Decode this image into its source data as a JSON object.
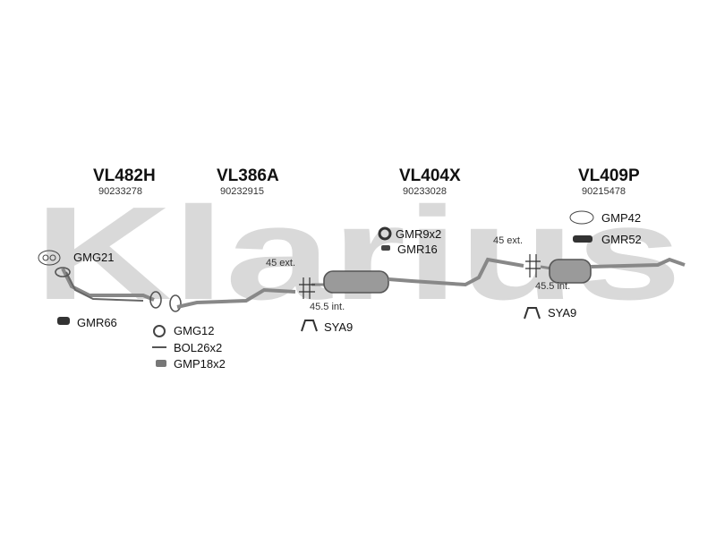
{
  "watermark": "Klarius",
  "parts": [
    {
      "code": "VL482H",
      "number": "90233278"
    },
    {
      "code": "VL386A",
      "number": "90232915"
    },
    {
      "code": "VL404X",
      "number": "90233028"
    },
    {
      "code": "VL409P",
      "number": "90215478"
    }
  ],
  "fittings": {
    "gmg21": "GMG21",
    "gmr66": "GMR66",
    "gmg12": "GMG12",
    "bol26x2": "BOL26x2",
    "gmp18x2": "GMP18x2",
    "sya9_a": "SYA9",
    "gmr9x2": "GMR9x2",
    "gmr16": "GMR16",
    "gmp42": "GMP42",
    "gmr52": "GMR52",
    "sya9_b": "SYA9"
  },
  "dimensions": {
    "ext_1": "45 ext.",
    "int_1": "45.5 int.",
    "ext_2": "45 ext.",
    "int_2": "45.5 int."
  },
  "colors": {
    "watermark": "#d9d9d9",
    "part_fill": "#9a9a9a",
    "outline": "#555555"
  }
}
